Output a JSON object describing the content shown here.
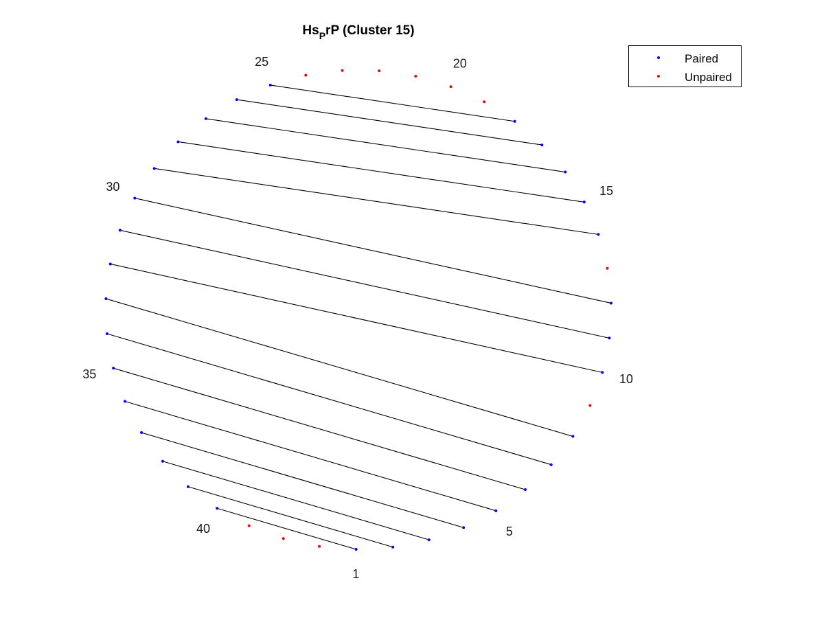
{
  "chart_data": {
    "type": "scatter",
    "title_main": "Hs",
    "title_sub": "P",
    "title_rest": "rP (Cluster 15)",
    "n": 43,
    "paired_color": "#0000ff",
    "unpaired_color": "#ff0000",
    "line_color": "#000000",
    "pairs": [
      [
        1,
        40
      ],
      [
        2,
        39
      ],
      [
        3,
        38
      ],
      [
        4,
        37
      ],
      [
        5,
        36
      ],
      [
        6,
        35
      ],
      [
        7,
        34
      ],
      [
        8,
        33
      ],
      [
        10,
        32
      ],
      [
        11,
        31
      ],
      [
        12,
        30
      ],
      [
        14,
        29
      ],
      [
        15,
        28
      ],
      [
        16,
        27
      ],
      [
        17,
        26
      ],
      [
        18,
        25
      ]
    ],
    "index_labels": [
      {
        "index": 1,
        "text": "1"
      },
      {
        "index": 5,
        "text": "5"
      },
      {
        "index": 10,
        "text": "10"
      },
      {
        "index": 15,
        "text": "15"
      },
      {
        "index": 20,
        "text": "20"
      },
      {
        "index": 25,
        "text": "25"
      },
      {
        "index": 30,
        "text": "30"
      },
      {
        "index": 35,
        "text": "35"
      },
      {
        "index": 40,
        "text": "40"
      }
    ],
    "legend": {
      "position": "top-right",
      "items": [
        {
          "name": "Paired",
          "color": "#0000ff"
        },
        {
          "name": "Unpaired",
          "color": "#ff0000"
        }
      ]
    },
    "axes_visible": false
  }
}
